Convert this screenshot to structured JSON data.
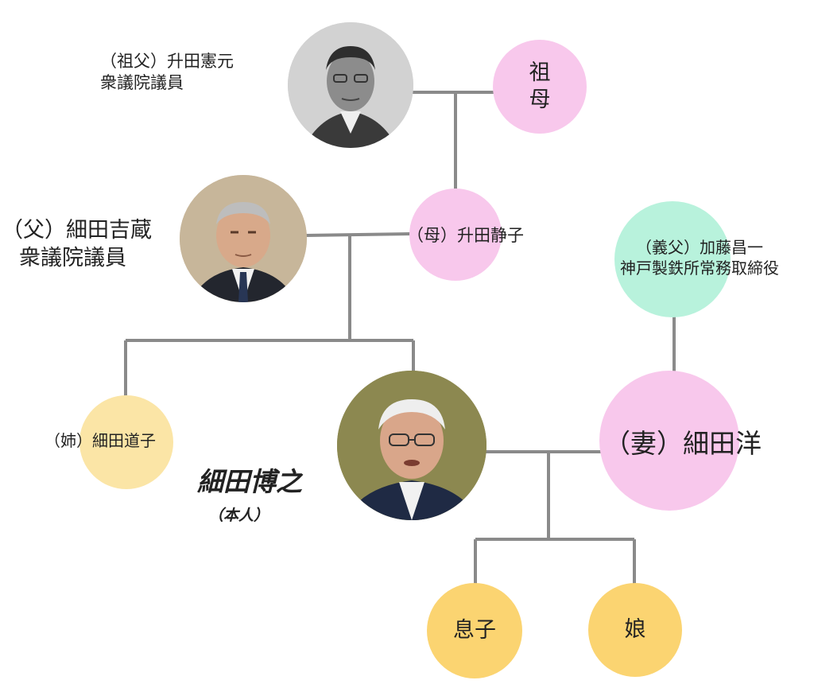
{
  "colors": {
    "line": "#8a8a8a",
    "pink": "#f8c8ec",
    "yellow_light": "#fbe5a6",
    "yellow": "#fbd471",
    "mint": "#b8f2dc",
    "text": "#222222"
  },
  "people": {
    "grandfather": {
      "line1": "（祖父）升田憲元",
      "line2": "衆議院議員"
    },
    "grandmother": {
      "line1": "祖",
      "line2": "母"
    },
    "father": {
      "line1": "（父）細田吉蔵",
      "line2": "衆議院議員"
    },
    "mother": {
      "label": "（母）升田静子"
    },
    "father_in_law": {
      "line1": "（義父）加藤昌一",
      "line2": "神戸製鉄所常務取締役"
    },
    "sister": {
      "label": "（姉）細田道子"
    },
    "self": {
      "name": "細田博之",
      "note": "（本人）"
    },
    "wife": {
      "label": "（妻）細田洋"
    },
    "son": {
      "label": "息子"
    },
    "daughter": {
      "label": "娘"
    }
  }
}
